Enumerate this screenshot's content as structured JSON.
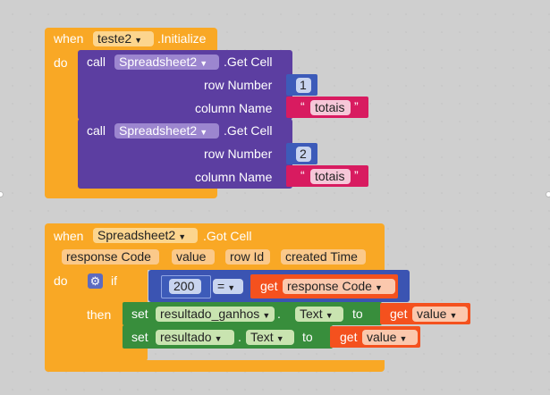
{
  "block1": {
    "when_label": "when",
    "component": "teste2",
    "event": ".Initialize",
    "do_label": "do",
    "calls": [
      {
        "call_label": "call",
        "component": "Spreadsheet2",
        "method": ".Get Cell",
        "row_label": "row Number",
        "row_value": "1",
        "col_label": "column Name",
        "col_value": "totais"
      },
      {
        "call_label": "call",
        "component": "Spreadsheet2",
        "method": ".Get Cell",
        "row_label": "row Number",
        "row_value": "2",
        "col_label": "column Name",
        "col_value": "totais"
      }
    ]
  },
  "block2": {
    "when_label": "when",
    "component": "Spreadsheet2",
    "event": ".Got Cell",
    "params": [
      "response Code",
      "value",
      "row Id",
      "created Time"
    ],
    "do_label": "do",
    "if_label": "if",
    "then_label": "then",
    "compare_value": "200",
    "compare_op": "=",
    "get_label": "get",
    "get_var": "response Code",
    "sets": [
      {
        "set_label": "set",
        "component": "resultado_ganhos",
        "prop": "Text",
        "to_label": "to",
        "get_label": "get",
        "get_var": "value"
      },
      {
        "set_label": "set",
        "component": "resultado",
        "prop": "Text",
        "to_label": "to",
        "get_label": "get",
        "get_var": "value"
      }
    ]
  },
  "colors": {
    "event": "#f9a825",
    "call": "#5c3ea1",
    "string": "#d81b60",
    "number": "#3d5bb9",
    "control": "#f9a825",
    "logic": "#3b54b2",
    "setter": "#388e3c",
    "getter": "#f4511e"
  },
  "icons": [
    "dropdown-arrow-icon",
    "gear-icon",
    "quote-icon"
  ]
}
